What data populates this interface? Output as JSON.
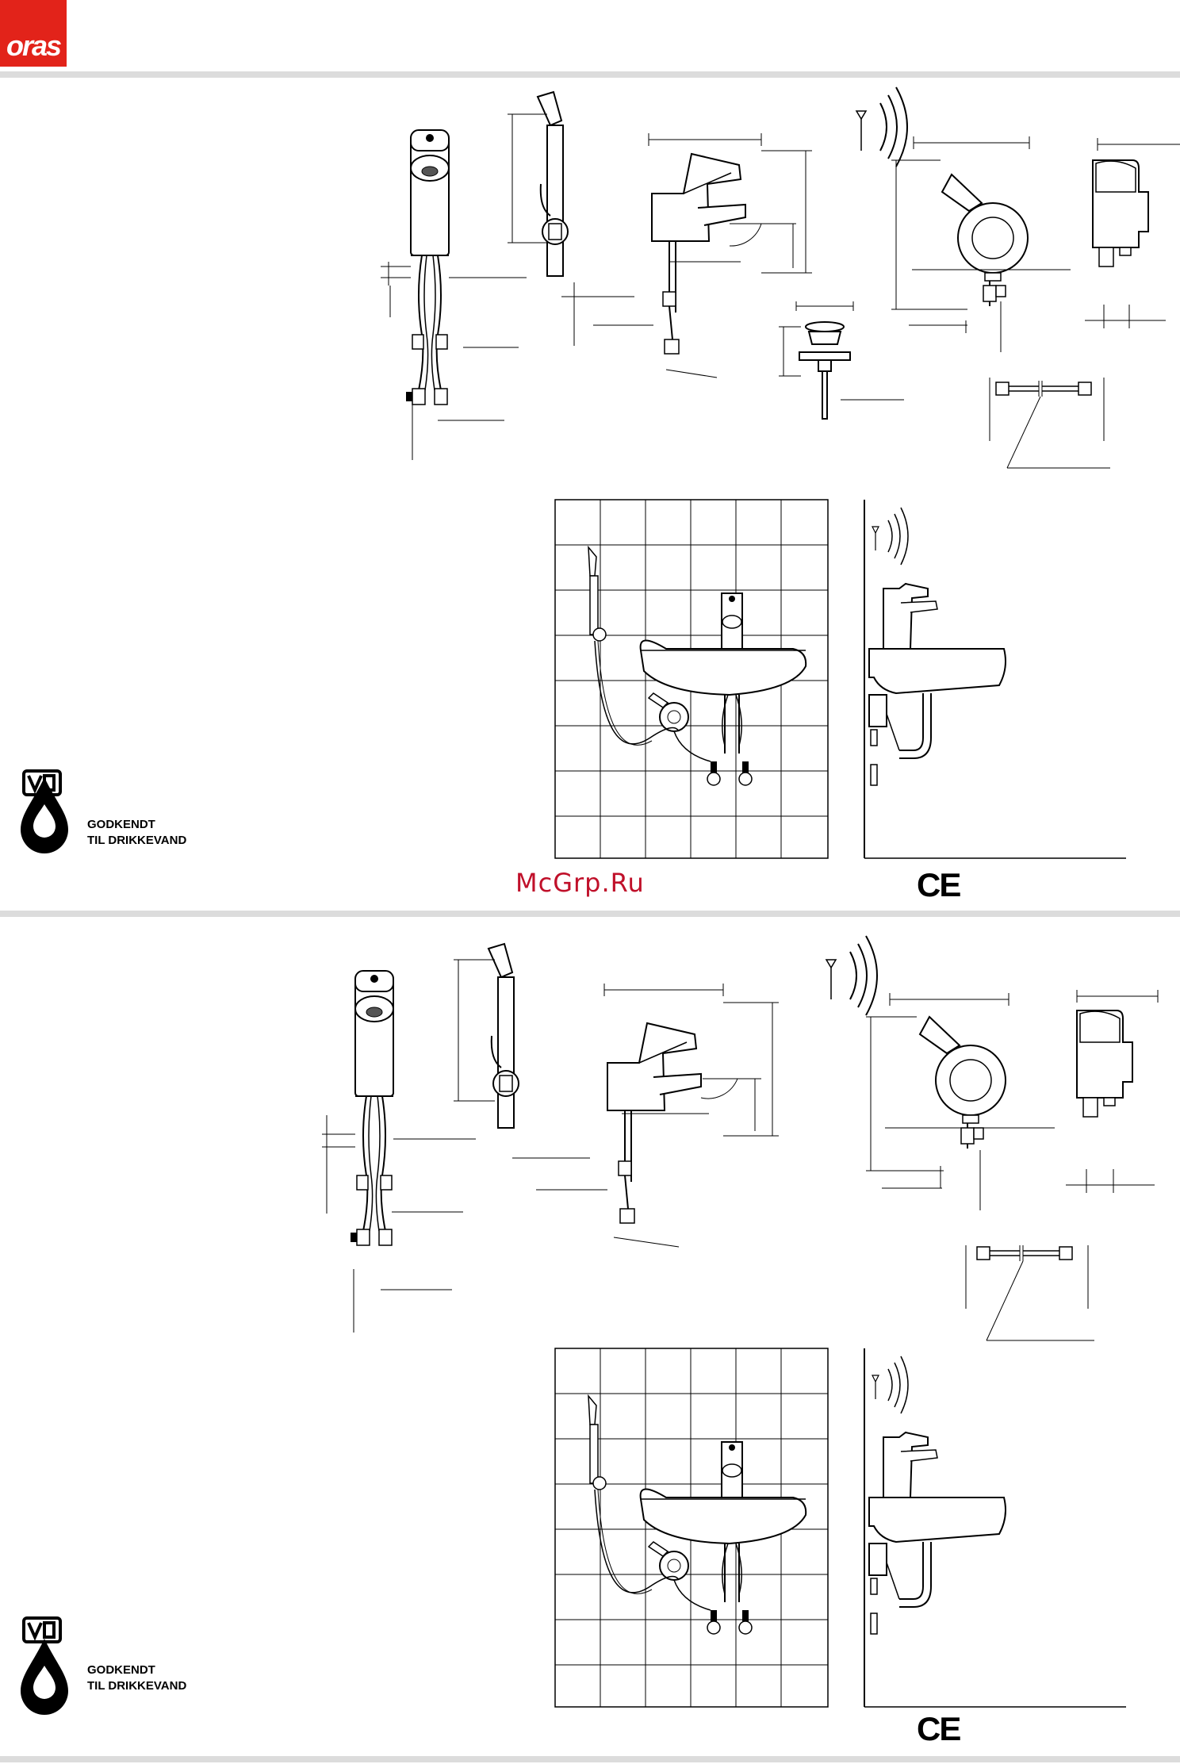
{
  "brand": {
    "logo_text": "oras",
    "color": "#e2231a"
  },
  "rule_color": "#dcdcdc",
  "approval": {
    "line1": "GODKENDT",
    "line2": "TIL DRIKKEVAND",
    "mark_text": "VA"
  },
  "watermark": {
    "text": "McGrp.Ru",
    "color": "#c0102a"
  },
  "ce_mark": "CE",
  "icons": [
    "vd-mark-icon",
    "water-drop-icon",
    "radio-signal-icon",
    "ce-mark-icon"
  ]
}
